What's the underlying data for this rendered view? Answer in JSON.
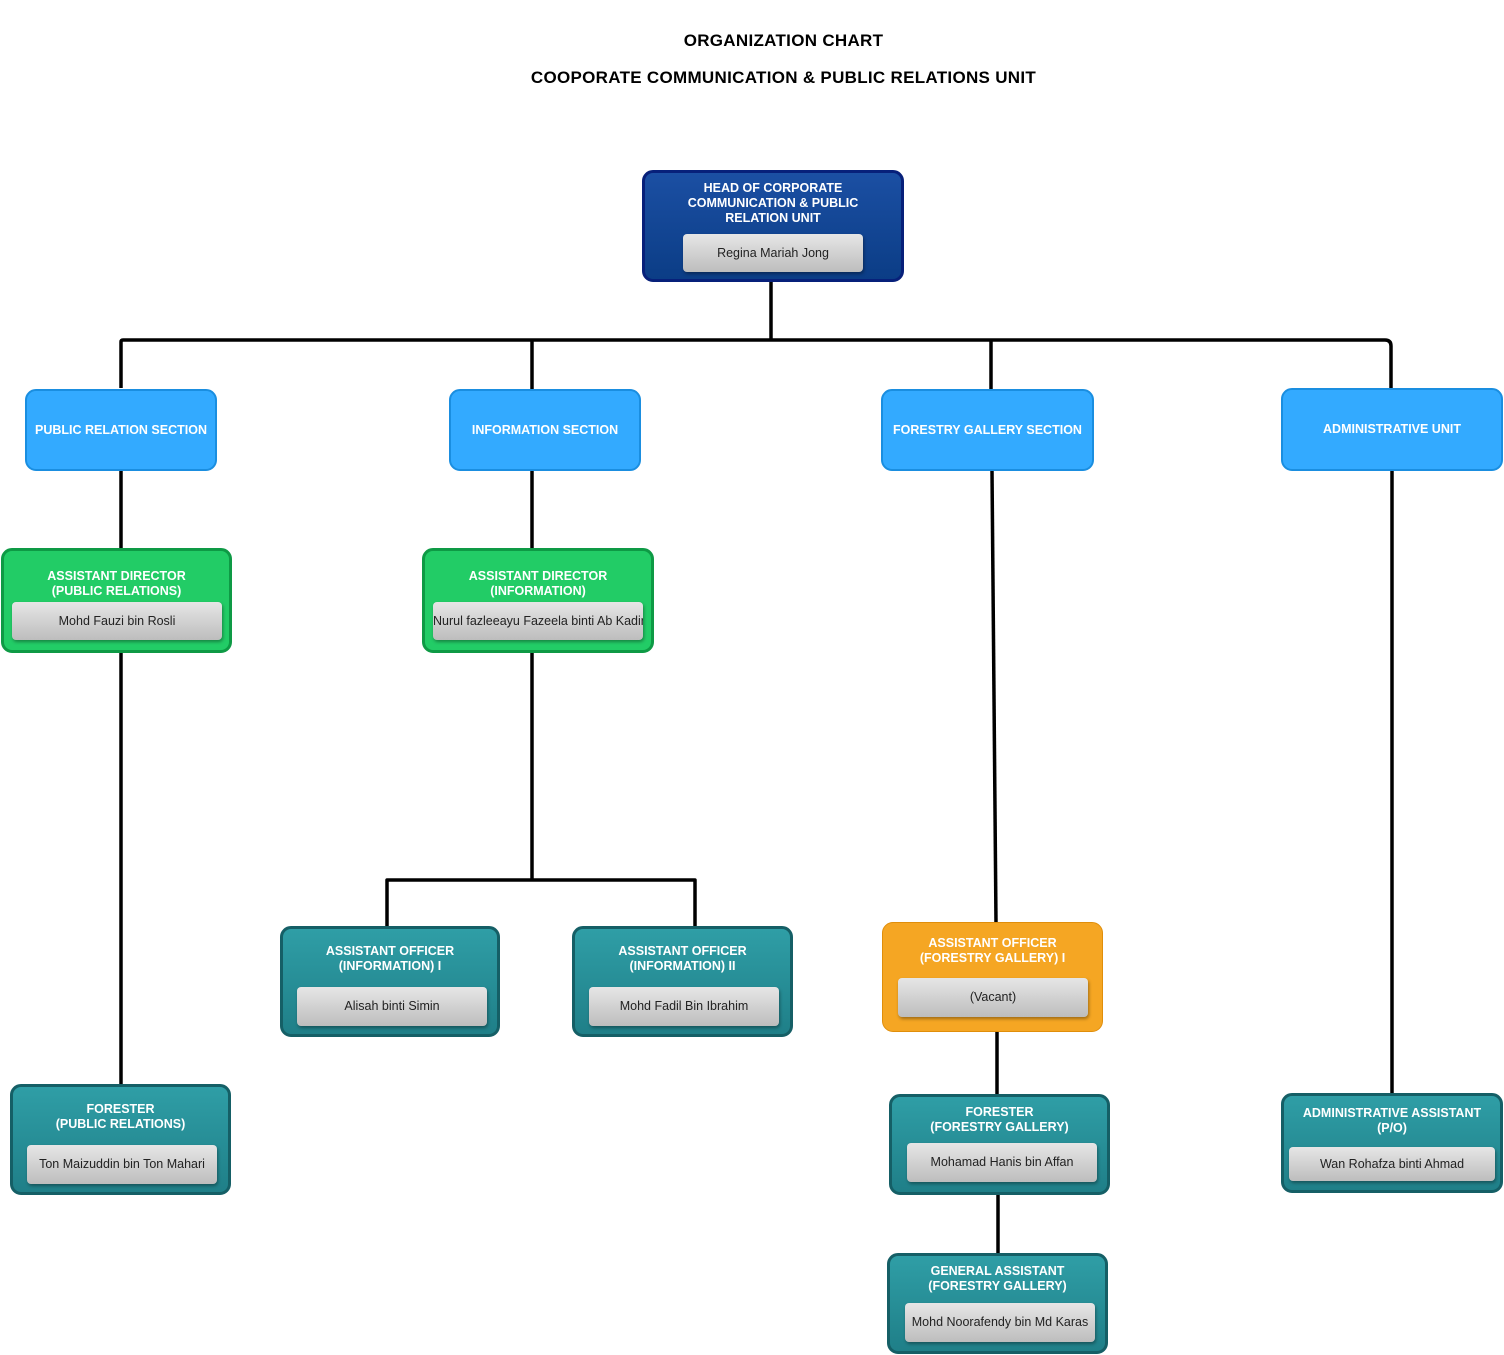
{
  "header": {
    "title": "ORGANIZATION CHART",
    "subtitle": "COOPORATE COMMUNICATION & PUBLIC RELATIONS UNIT"
  },
  "nodes": {
    "head": {
      "role": "HEAD OF CORPORATE\nCOMMUNICATION & PUBLIC\nRELATION UNIT",
      "name": "Regina Mariah Jong"
    },
    "pr_section": {
      "role": "PUBLIC RELATION SECTION"
    },
    "info_section": {
      "role": "INFORMATION SECTION"
    },
    "gallery_section": {
      "role": "FORESTRY GALLERY SECTION"
    },
    "admin_unit": {
      "role": "ADMINISTRATIVE UNIT"
    },
    "ad_pr": {
      "role": "ASSISTANT DIRECTOR\n(PUBLIC RELATIONS)",
      "name": "Mohd Fauzi bin Rosli"
    },
    "ad_info": {
      "role": "ASSISTANT DIRECTOR\n(INFORMATION)",
      "name": "Nurul fazleeayu Fazeela binti Ab Kadir"
    },
    "ao_info_1": {
      "role": "ASSISTANT OFFICER\n(INFORMATION) I",
      "name": "Alisah binti Simin"
    },
    "ao_info_2": {
      "role": "ASSISTANT OFFICER\n(INFORMATION) II",
      "name": "Mohd Fadil Bin Ibrahim"
    },
    "ao_gallery_1": {
      "role": "ASSISTANT OFFICER\n(FORESTRY GALLERY) I",
      "name": "(Vacant)"
    },
    "forester_pr": {
      "role": "FORESTER\n(PUBLIC RELATIONS)",
      "name": "Ton Maizuddin bin Ton Mahari"
    },
    "forester_gallery": {
      "role": "FORESTER\n(FORESTRY GALLERY)",
      "name": "Mohamad Hanis bin Affan"
    },
    "general_assistant": {
      "role": "GENERAL ASSISTANT\n(FORESTRY GALLERY)",
      "name": "Mohd Noorafendy bin Md Karas"
    },
    "admin_assistant": {
      "role": "ADMINISTRATIVE ASSISTANT\n(P/O)",
      "name": "Wan Rohafza binti Ahmad"
    }
  }
}
